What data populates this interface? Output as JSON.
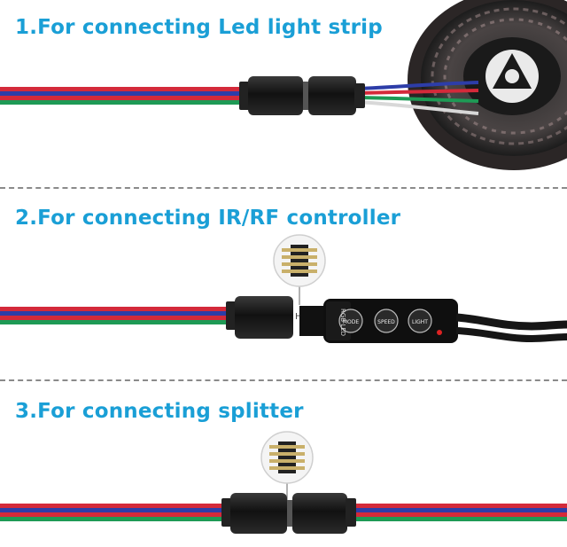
{
  "colors": {
    "title": "#1a9fd6",
    "wire_red": "#d42a3a",
    "wire_blue": "#2d3da8",
    "wire_green": "#1e9a55",
    "connector": "#1b1b1b",
    "divider": "#8a8a8a"
  },
  "sections": [
    {
      "title": "1.For connecting Led light strip"
    },
    {
      "title": "2.For connecting IR/RF controller"
    },
    {
      "title": "3.For connecting splitter"
    }
  ],
  "controller": {
    "buttons": [
      "MODE",
      "SPEED",
      "LIGHT"
    ],
    "label": "RGB LED",
    "pin_mark": "H"
  },
  "icons": [
    "led-strip-reel-icon",
    "pin-header-icon",
    "controller-icon"
  ]
}
